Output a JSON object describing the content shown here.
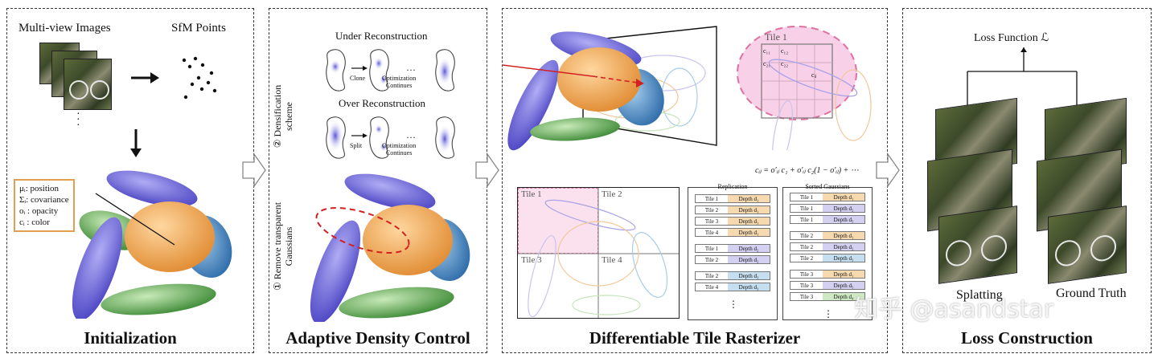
{
  "panels": {
    "init": {
      "title": "Initialization",
      "multiview_label": "Multi-view Images",
      "sfm_label": "SfM Points",
      "dots": "·\n·\n·",
      "legend": [
        "μᵢ: position",
        "Σᵢ: covariance",
        "oᵢ : opacity",
        "cᵢ : color"
      ]
    },
    "adc": {
      "title": "Adaptive Density Control",
      "side_label_1": "② Densification scheme",
      "side_label_2": "① Remove transparent Gaussians",
      "under": "Under Reconstruction",
      "over": "Over Reconstruction",
      "clone": "Clone",
      "split": "Split",
      "ellipsis": "…",
      "opt_continues": "Optimization\nContinues"
    },
    "rast": {
      "title": "Differentiable Tile Rasterizer",
      "tile1_big": "Tile 1",
      "c11": "c₁₁",
      "c12": "c₁₂",
      "c21": "c₂₁",
      "c22": "c₂₂",
      "cij": "cᵢⱼ",
      "formula": "cᵢⱼ = o′ᵢⱼ c₁ + o′ᵢⱼ c₂(1 − o′ᵢⱼ) + ⋯",
      "grid_tiles": [
        "Tile 1",
        "Tile 2",
        "Tile 3",
        "Tile 4"
      ],
      "replication_title": "Replication",
      "sorted_title": "Sorted Gaussians",
      "replication_rows": [
        {
          "tile": "Tile 1",
          "depth": "Depth d₁",
          "color": "#f7d9b0"
        },
        {
          "tile": "Tile 2",
          "depth": "Depth d₁",
          "color": "#f7d9b0"
        },
        {
          "tile": "Tile 3",
          "depth": "Depth d₁",
          "color": "#f7d9b0"
        },
        {
          "tile": "Tile 4",
          "depth": "Depth d₁",
          "color": "#f7d9b0"
        },
        {
          "tile": "Tile 1",
          "depth": "Depth d₂",
          "color": "#d4d0f2"
        },
        {
          "tile": "Tile 2",
          "depth": "Depth d₂",
          "color": "#d4d0f2"
        },
        {
          "tile": "Tile 2",
          "depth": "Depth d₃",
          "color": "#c6dff0"
        },
        {
          "tile": "Tile 4",
          "depth": "Depth d₃",
          "color": "#c6dff0"
        }
      ],
      "sorted_rows": [
        {
          "tile": "Tile 1",
          "depth": "Depth d₁",
          "color": "#f7d9b0"
        },
        {
          "tile": "Tile 1",
          "depth": "Depth d₂",
          "color": "#d4d0f2"
        },
        {
          "tile": "Tile 1",
          "depth": "Depth d₅",
          "color": "#d4d0f2"
        },
        {
          "tile": "Tile 2",
          "depth": "Depth d₁",
          "color": "#f7d9b0"
        },
        {
          "tile": "Tile 2",
          "depth": "Depth d₂",
          "color": "#d4d0f2"
        },
        {
          "tile": "Tile 2",
          "depth": "Depth d₃",
          "color": "#c6dff0"
        },
        {
          "tile": "Tile 3",
          "depth": "Depth d₁",
          "color": "#f7d9b0"
        },
        {
          "tile": "Tile 3",
          "depth": "Depth d₅",
          "color": "#d4d0f2"
        },
        {
          "tile": "Tile 3",
          "depth": "Depth d₄",
          "color": "#cfe8c4"
        }
      ],
      "vdots": "⋮"
    },
    "loss": {
      "title": "Loss Construction",
      "loss_fn": "Loss Function ℒ",
      "splatting": "Splatting",
      "ground_truth": "Ground Truth"
    }
  },
  "watermark": "知乎 @asandstar",
  "colors": {
    "purple": "#6a64d8",
    "orange": "#f0a050",
    "blue": "#3f7fc0",
    "green": "#5aa050",
    "pink": "#f4b8d8",
    "red": "#d42020"
  }
}
